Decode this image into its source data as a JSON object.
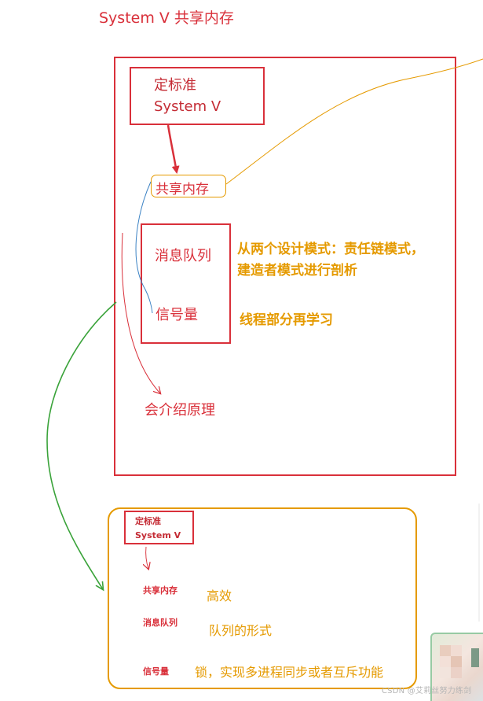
{
  "title": "System V 共享内存",
  "diagram": {
    "standard_line1": "定标准",
    "standard_line2": "System V",
    "shared_memory": "共享内存",
    "message_queue": "消息队列",
    "semaphore": "信号量",
    "intro_principle": "会介绍原理",
    "design_patterns_line1": "从两个设计模式：责任链模式，",
    "design_patterns_line2": "建造者模式进行剖析",
    "thread_note": "线程部分再学习"
  },
  "summary": {
    "standard_line1": "定标准",
    "standard_line2": "System V",
    "shared_memory": "共享内存",
    "shared_memory_note": "高效",
    "message_queue": "消息队列",
    "message_queue_note": "队列的形式",
    "semaphore": "信号量",
    "semaphore_note": "锁，实现多进程同步或者互斥功能"
  },
  "watermark": "CSDN @艾莉丝努力练剑",
  "colors": {
    "red": "#d9303a",
    "orange": "#e59a00",
    "green": "#3aa33a",
    "blue": "#3b82c4"
  }
}
